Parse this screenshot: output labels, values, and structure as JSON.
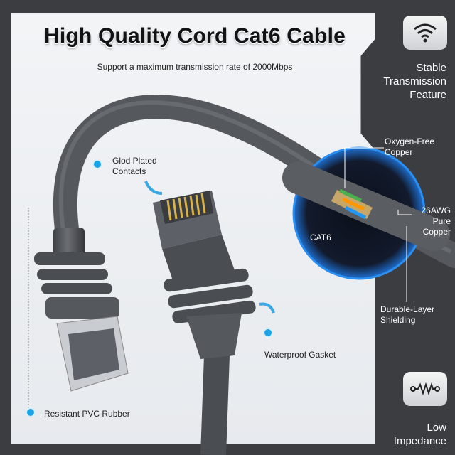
{
  "title": "High Quality Cord Cat6 Cable",
  "subtitle": "Support a maximum transmission rate of 2000Mbps",
  "callouts": {
    "gold_plated": "Glod Plated\nContacts",
    "waterproof": "Waterproof Gasket",
    "pvc": "Resistant PVC Rubber"
  },
  "inset_labels": {
    "oxygen_free": "Oxygen-Free\nCopper",
    "awg": "26AWG\nPure\nCopper",
    "cat6": "CAT6",
    "shielding": "Durable-Layer\nShielding"
  },
  "features": [
    {
      "label": "Stable\nTransmission\nFeature",
      "icon": "wifi-icon"
    },
    {
      "label": "Low\nImpedance",
      "icon": "resistor-icon"
    }
  ],
  "colors": {
    "accent": "#1aa3e6",
    "background": "#3b3d41",
    "panel": "#eef0f3",
    "cable": "#55585d"
  }
}
